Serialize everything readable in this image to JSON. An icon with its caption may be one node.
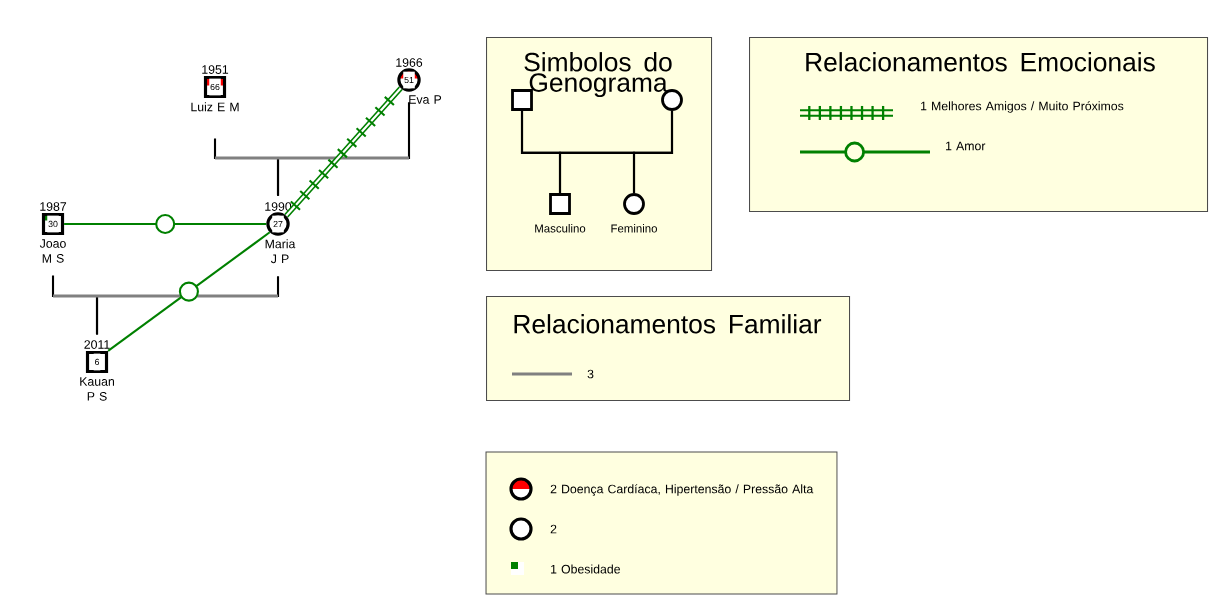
{
  "diagram": {
    "nodes": [
      {
        "text": [
          "1951",
          "66",
          "Luiz E M"
        ]
      },
      {
        "text": [
          "1966",
          "51",
          "Eva P"
        ]
      },
      {
        "text": [
          "1987",
          "30",
          "Joao M S"
        ]
      },
      {
        "text": [
          "1990",
          "27",
          "Maria J P"
        ]
      },
      {
        "text": [
          "2011",
          "6",
          "Kauan P S"
        ]
      },
      {
        "text": [
          "Simbolos do Genograma"
        ]
      },
      {
        "text": [],
        "shape": "box",
        "in": 5
      },
      {
        "text": [],
        "shape": "circle",
        "in": 5
      },
      {
        "text": [
          "Masculino"
        ],
        "in": 5
      },
      {
        "text": [
          "Feminino"
        ],
        "in": 5
      },
      {
        "text": [
          "Relacionamentos Emocionais"
        ]
      },
      {
        "text": [
          "Relacionamentos Familiar"
        ]
      }
    ],
    "edges": [
      {
        "from": 0,
        "to": 1,
        "arrow": "none",
        "color": "#808080"
      },
      {
        "from": 0,
        "to": 3,
        "arrow": "none"
      },
      {
        "from": 1,
        "to": 3,
        "arrow": "none"
      },
      {
        "from": 3,
        "to": 1,
        "arrow": "none",
        "style": "thick",
        "color": "#008000"
      },
      {
        "from": 2,
        "to": 3,
        "arrow": "none",
        "color": "#808080"
      },
      {
        "from": 2,
        "to": 4,
        "arrow": "none"
      },
      {
        "from": 3,
        "to": 4,
        "arrow": "none"
      },
      {
        "from": 2,
        "to": 3,
        "arrow": "none",
        "color": "#008000"
      },
      {
        "from": 4,
        "to": 3,
        "arrow": "none",
        "color": "#008000"
      },
      {
        "from": 6,
        "to": 8,
        "arrow": "none"
      },
      {
        "from": 7,
        "to": 8,
        "arrow": "none"
      },
      {
        "from": 6,
        "to": 9,
        "arrow": "none"
      },
      {
        "from": 7,
        "to": 9,
        "arrow": "none"
      }
    ],
    "legend": [
      {
        "text": "1 Melhores Amigos / Muito Próximos"
      },
      {
        "text": "1 Amor"
      },
      {
        "text": "3"
      },
      {
        "text": "2 Doença Cardíaca, Hipertensão / Pressão Alta"
      },
      {
        "text": "2"
      },
      {
        "text": "1 Obesidade",
        "color": "#008000"
      }
    ]
  }
}
